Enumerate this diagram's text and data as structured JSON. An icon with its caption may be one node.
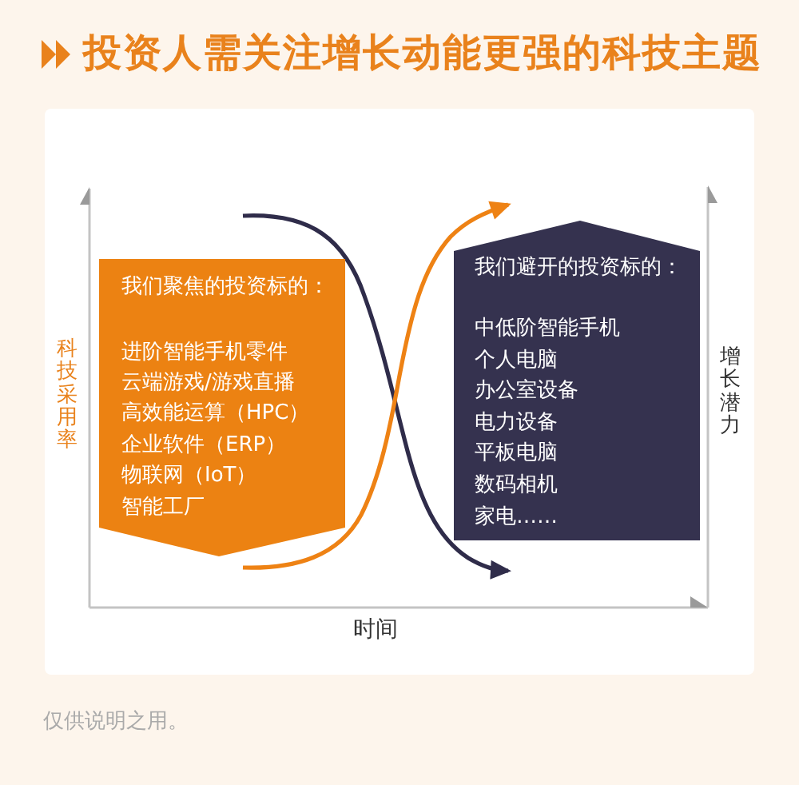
{
  "diagram": {
    "title": "投资人需关注增长动能更强的科技主题",
    "nodes": [
      {
        "text": [
          "我们聚焦的投资标的：",
          "进阶智能手机零件",
          "云端游戏/游戏直播",
          "高效能运算（HPC）",
          "企业软件（ERP）",
          "物联网（IoT）",
          "智能工厂"
        ]
      },
      {
        "text": [
          "我们避开的投资标的：",
          "中低阶智能手机",
          "个人电脑",
          "办公室设备",
          "电力设备",
          "平板电脑",
          "数码相机",
          "家电……"
        ]
      }
    ],
    "labels": [
      "科技采用率",
      "增长潜力",
      "时间",
      "仅供说明之用。"
    ]
  }
}
